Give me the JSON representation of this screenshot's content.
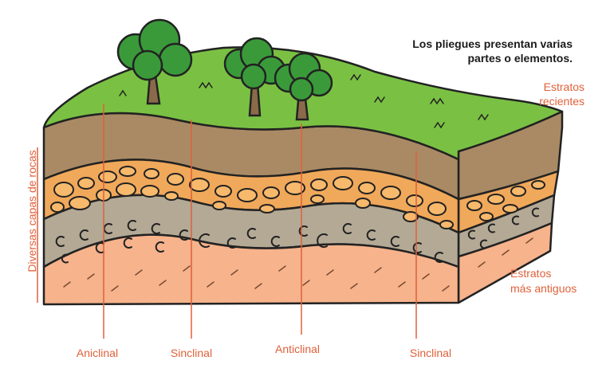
{
  "caption": {
    "line1": "Los pliegues presentan varias",
    "line2": "partes o elementos."
  },
  "labels": {
    "recent_1": "Estratos",
    "recent_2": "recientes",
    "old_1": "Estratos",
    "old_2": "más antiguos",
    "side": "Diversas capas de rocas",
    "fold1": "Aniclinal",
    "fold2": "Sinclinal",
    "fold3": "Anticlinal",
    "fold4": "Sinclinal"
  },
  "colors": {
    "label": "#e0603a",
    "grass": "#7ac143",
    "soil": "#a98a64",
    "pebble_layer": "#f0a85a",
    "gray_layer": "#b3a995",
    "base_layer": "#f6b38c",
    "tree_foliage": "#3a9a3a",
    "trunk": "#8a6a4a"
  }
}
